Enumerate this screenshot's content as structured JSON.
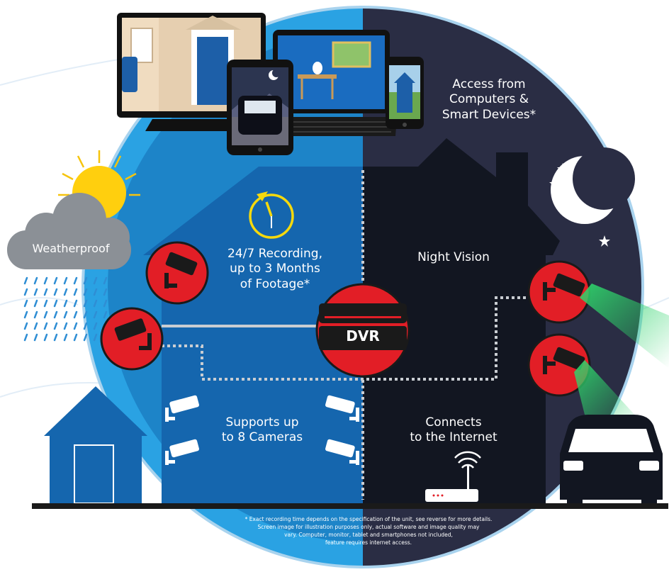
{
  "labels": {
    "access": [
      "Access from",
      "Computers &",
      "Smart Devices*"
    ],
    "recording": [
      "24/7 Recording,",
      "up to 3 Months",
      "of Footage*"
    ],
    "night_vision": "Night Vision",
    "weatherproof": "Weatherproof",
    "dvr": "DVR",
    "cameras": [
      "Supports up",
      "to 8 Cameras"
    ],
    "internet": [
      "Connects",
      "to the Internet"
    ]
  },
  "footnote": [
    "* Exact recording time depends on the specification of the unit, see reverse for more details.",
    "Screen image for illustration purposes only, actual software and image quality may",
    "vary. Computer, monitor, tablet and smartphones not included,",
    "feature requires internet access."
  ],
  "colors": {
    "ring": "#a9d3ee",
    "day_sky": "#1d84c8",
    "night_sky": "#2a2d44",
    "house_day": "#1566ae",
    "house_night": "#121621",
    "camera_badge": "#e21e26",
    "dotted_line": "#c9cdd2",
    "ground": "#1a1a1a"
  },
  "icons": [
    "monitor-icon",
    "tablet-icon",
    "laptop-icon",
    "smartphone-icon",
    "sun-icon",
    "cloud-icon",
    "rain-icon",
    "clock-icon",
    "moon-icon",
    "star-icon",
    "camera-icon",
    "dvr-icon",
    "router-icon",
    "shed-icon",
    "car-icon"
  ]
}
